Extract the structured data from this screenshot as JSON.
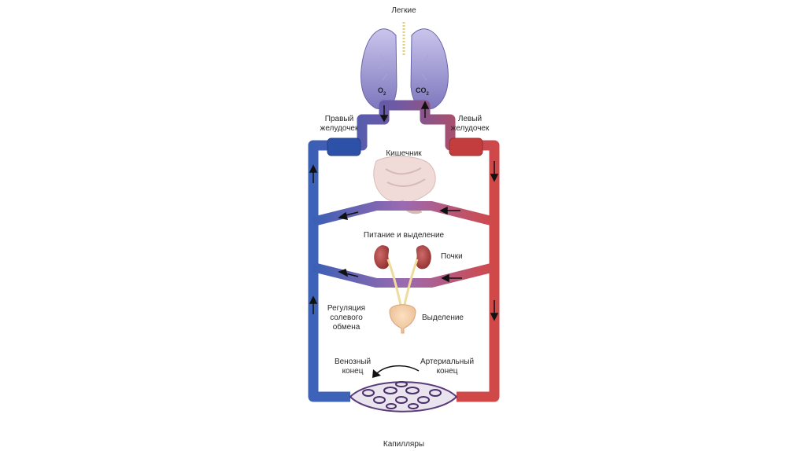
{
  "diagram": {
    "lungs": "Легкие",
    "o2": {
      "base": "O",
      "sub": "2"
    },
    "co2": {
      "base": "CO",
      "sub": "2"
    },
    "right_ventricle": [
      "Правый",
      "желудочек"
    ],
    "left_ventricle": [
      "Левый",
      "желудочек"
    ],
    "intestine": "Кишечник",
    "nutrition_excretion": "Питание и выделение",
    "kidneys": "Почки",
    "salt_regulation": [
      "Регуляция",
      "солевого",
      "обмена"
    ],
    "excretion": "Выделение",
    "venous_end": [
      "Венозный",
      "конец"
    ],
    "arterial_end": [
      "Артериальный",
      "конец"
    ],
    "capillaries": "Капилляры"
  },
  "colors": {
    "venous": "#3d63b8",
    "arterial": "#d04848",
    "lungs": "#8b86c6",
    "kidney": "#a83a3a",
    "intestine": "#e6c2c0"
  }
}
